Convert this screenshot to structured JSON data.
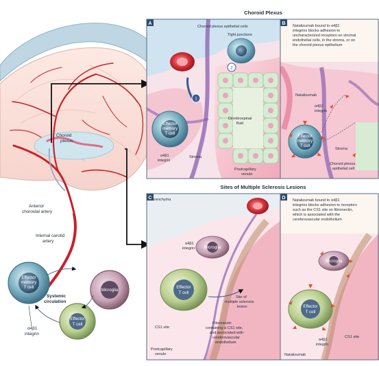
{
  "titles": {
    "top": "Choroid Plexus",
    "middle": "Sites of Multiple Sclerosis Lesions"
  },
  "panels": {
    "A": {
      "letter": "A",
      "labels": {
        "epithelial_cells": "Choroid plexus epithelial cells",
        "tight_junctions": "Tight junctions",
        "csf": [
          "Cerebrospinal",
          "fluid"
        ],
        "effector_cell": [
          "Effector",
          "memory",
          "T cell"
        ],
        "integrin": [
          "α4β1",
          "integrin"
        ],
        "stroma": "Stroma",
        "venule": [
          "Postcapillary",
          "venule"
        ],
        "marker_1": "1",
        "marker_2": "2"
      }
    },
    "B": {
      "letter": "B",
      "description": [
        "Natalizumab bound to α4β1",
        "integrins blocks adhesion to",
        "uncharacterized receptors on stromal",
        "endothelial cells, in the stroma, or on",
        "the choroid plexus epithelium"
      ],
      "labels": {
        "natalizumab": "Natalizumab",
        "integrin": [
          "α4β1",
          "integrin"
        ],
        "effector_cell": [
          "Effector",
          "memory",
          "T cell"
        ],
        "stroma": "Stroma",
        "epithelial_cell": [
          "Choroid plexus",
          "epithelial cell"
        ]
      }
    },
    "C": {
      "letter": "C",
      "labels": {
        "parenchyma": "Parenchyma",
        "integrin": [
          "α4β1",
          "integrin"
        ],
        "microglia": "Microglia",
        "effector_cell": [
          "Effector",
          "T cell"
        ],
        "lesion": [
          "Site of",
          "multiple sclerosis",
          "lesion"
        ],
        "cs1_site": "CS1 site",
        "fibronectin": [
          "Fibronectin",
          "containing a CS1 site,",
          "and associated with",
          "cerebrovascular",
          "endothelium"
        ],
        "venule": [
          "Postcapillary",
          "venule"
        ]
      }
    },
    "D": {
      "letter": "D",
      "description": [
        "Natalizumab bound to α4β1",
        "integrins blocks adhesion to receptors",
        "such as the CS1 site on fibronectin,",
        "which is associated with the",
        "cerebrovascular endothelium"
      ],
      "labels": {
        "microglia": "Microglia",
        "effector_cell": [
          "Effector",
          "T cell"
        ],
        "integrin": [
          "α4β1",
          "integrin"
        ],
        "cs1_site": "CS1 site",
        "natalizumab": "Natalizumab"
      }
    }
  },
  "brain": {
    "choroid_plexus": [
      "Choroid",
      "plexus"
    ],
    "anterior_artery": [
      "Anterior",
      "choroidal artery"
    ],
    "carotid_artery": [
      "Internal carotid",
      "artery"
    ]
  },
  "circulation": {
    "memory_cell": [
      "Effector",
      "memory",
      "T cell"
    ],
    "microglia": "Microglia",
    "effector_cell": [
      "Effector",
      "T cell"
    ],
    "systemic": [
      "Systemic",
      "circulation"
    ],
    "integrin": [
      "α4β1",
      "integrin"
    ]
  },
  "colors": {
    "panel_letter_bg": "#2d4a6b",
    "artery": "#c8202a",
    "membrane": "#8a5fb0",
    "epithelium": "#cfe8cf",
    "lesion_tissue": "#f2b6c3",
    "natalizumab": "#e0502d"
  }
}
